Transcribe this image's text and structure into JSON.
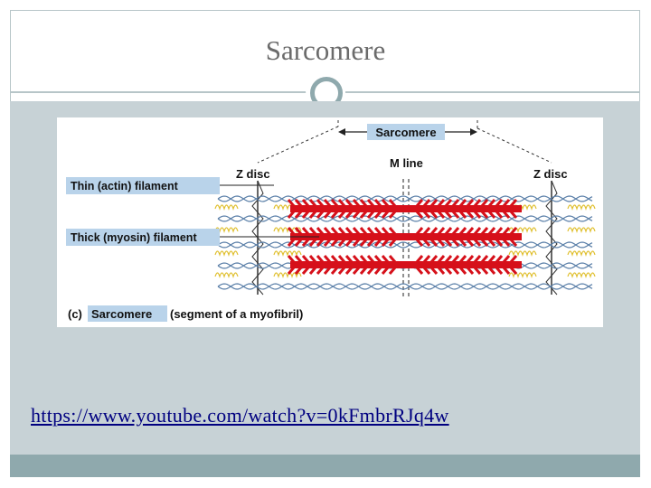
{
  "slide": {
    "title": "Sarcomere",
    "link_text": "https://www.youtube.com/watch?v=0kFmbrRJq4w"
  },
  "diagram": {
    "sarcomere_label": "Sarcomere",
    "z_disc_left": "Z disc",
    "z_disc_right": "Z disc",
    "m_line": "M line",
    "thin_label": "Thin (actin) filament",
    "thick_label": "Thick (myosin) filament",
    "caption_letter": "(c)",
    "caption_highlight": "Sarcomere",
    "caption_rest": "(segment of a myofibril)",
    "colors": {
      "label_box": "#b9d3ea",
      "myosin": "#d6101a",
      "actin": "#5a7fa8",
      "titin": "#e0c030"
    }
  }
}
